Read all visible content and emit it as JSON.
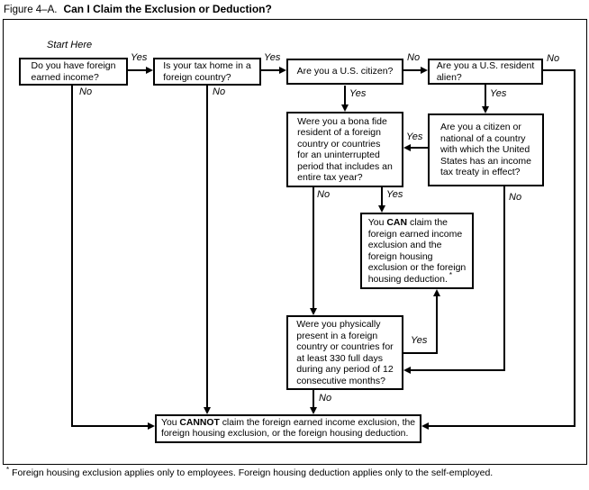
{
  "title": {
    "prefix": "Figure 4–A.",
    "main": "Can I Claim the Exclusion or Deduction?"
  },
  "start_here": "Start Here",
  "boxes": {
    "foreign_income": "Do you have foreign\nearned income?",
    "tax_home": "Is your tax home in a\nforeign country?",
    "us_citizen": "Are you a U.S. citizen?",
    "resident_alien": "Are you a U.S. resident\nalien?",
    "bona_fide": "Were you a bona fide\nresident of a foreign\ncountry or countries\nfor an uninterrupted\nperiod that includes an\nentire tax year?",
    "tax_treaty": "Are you a citizen or\nnational of a country\nwith which the United\nStates has an income\ntax treaty in effect?",
    "can_claim": {
      "pre": "You ",
      "emphasis": "CAN",
      "post": " claim the\nforeign earned income\nexclusion and the\nforeign housing\nexclusion or the foreign\nhousing deduction.",
      "footnote_mark": "*"
    },
    "physical_presence": "Were you physically\npresent in a foreign\ncountry or countries for\nat least 330 full days\nduring any period of 12\nconsecutive months?",
    "cannot_claim": {
      "pre": "You ",
      "emphasis": "CANNOT",
      "post": " claim the foreign earned income exclusion, the\nforeign housing exclusion, or the foreign housing deduction."
    }
  },
  "edge_labels": {
    "income_yes": "Yes",
    "income_no": "No",
    "taxhome_yes": "Yes",
    "taxhome_no": "No",
    "citizen_yes": "Yes",
    "citizen_no": "No",
    "alien_yes": "Yes",
    "alien_no": "No",
    "treaty_yes": "Yes",
    "treaty_no": "No",
    "bonafide_yes": "Yes",
    "bonafide_no": "No",
    "physical_yes": "Yes",
    "physical_no": "No"
  },
  "footnote": {
    "mark": "*",
    "text": "Foreign housing exclusion applies only to employees. Foreign housing deduction applies only to the self-employed."
  },
  "colors": {
    "ink": "#000000",
    "paper": "#ffffff"
  }
}
